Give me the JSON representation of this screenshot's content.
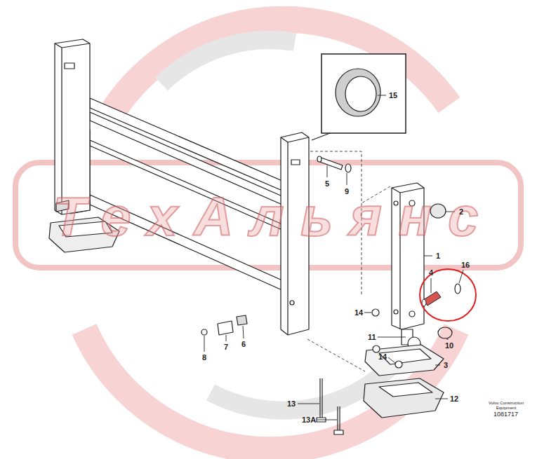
{
  "diagram": {
    "labels": [
      "ТехАльянс",
      "15",
      "2",
      "1",
      "4",
      "16",
      "5",
      "9",
      "14",
      "11",
      "10",
      "3",
      "14",
      "12",
      "8",
      "7",
      "6",
      "13",
      "13A",
      "Volvo Construction Equipment",
      "1081717"
    ]
  }
}
